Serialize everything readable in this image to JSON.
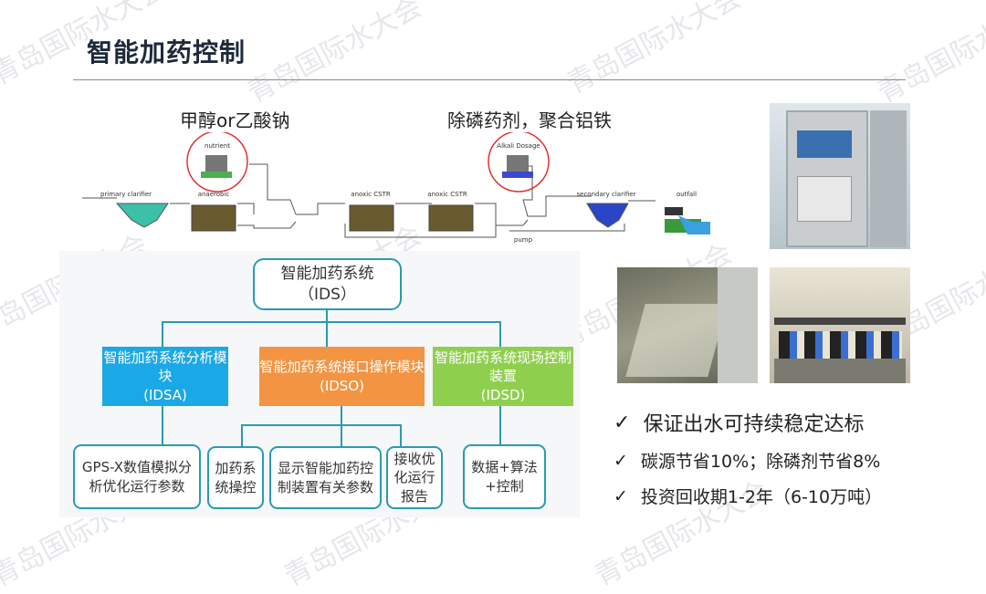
{
  "title": "智能加药控制",
  "watermark": "青岛国际水大会",
  "chem_labels": {
    "carbon": "甲醇or乙酸钠",
    "phosphorus": "除磷药剂，聚合铝铁"
  },
  "process": {
    "nutrient": "nutrient",
    "alkali": "Alkali Dosage",
    "primary": "primary clarifier",
    "anaerobic": "anaerobic",
    "anoxic1": "anoxic CSTR",
    "anoxic2": "anoxic CSTR",
    "secondary": "secondary clarifier",
    "outfall": "outfall",
    "pump": "pump"
  },
  "colors": {
    "blue": "#1ba8e6",
    "orange": "#f39443",
    "green": "#8fcf4e",
    "line": "#2a9bb0"
  },
  "org": {
    "root": "智能加药系统（IDS）",
    "modules": [
      {
        "name": "智能加药系统分析模块",
        "code": "(IDSA)"
      },
      {
        "name": "智能加药系统接口操作模块",
        "code": "(IDSO)"
      },
      {
        "name": "智能加药系统现场控制装置",
        "code": "(IDSD)"
      }
    ],
    "leaves": [
      "GPS-X数值模拟分析优化运行参数",
      "加药系统操控",
      "显示智能加药控制装置有关参数",
      "接收优化运行报告",
      "数据+算法+控制"
    ]
  },
  "checks": [
    {
      "mark": "✓",
      "text": "保证出水可持续稳定达标"
    },
    {
      "mark": "✓",
      "text": "碳源节省10%；除磷剂节省8%"
    },
    {
      "mark": "✓",
      "text": "投资回收期1-2年（6-10万吨）"
    }
  ]
}
